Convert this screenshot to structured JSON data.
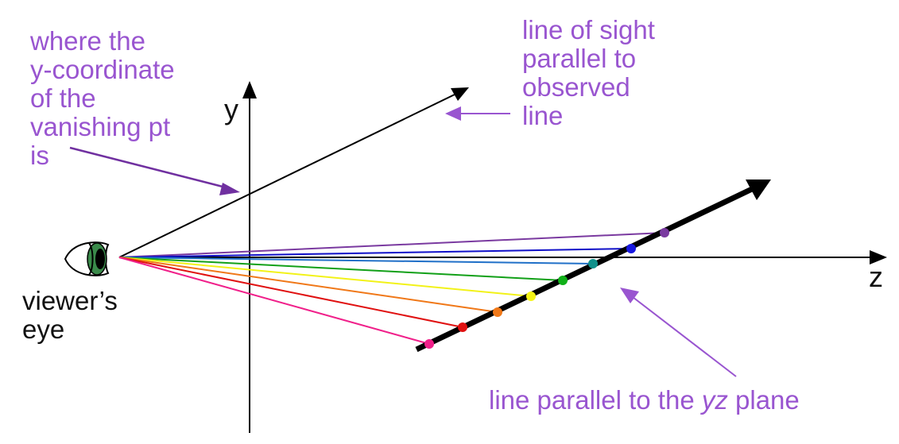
{
  "labels": {
    "where": "where the\ny-coordinate\nof the\nvanishing pt\nis",
    "sight": "line of sight\nparallel to\nobserved\nline",
    "viewer": "viewer’s\neye",
    "parallel_prefix": "line parallel to the ",
    "parallel_italic": "yz",
    "parallel_suffix": " plane",
    "y_axis": "y",
    "z_axis": "z"
  },
  "colors": {
    "annotation": "#9955d0",
    "annotation_arrow_dark": "#7030a0",
    "axis": "#000000",
    "eye_iris": "#3a8a4a",
    "rays": [
      "#7a3aa0",
      "#1010c8",
      "#2070c8",
      "#12a018",
      "#f2f218",
      "#f07818",
      "#e01010",
      "#f0208a"
    ],
    "points": [
      "#7a3aa0",
      "#1818e0",
      "#10908a",
      "#10b018",
      "#f4f418",
      "#f07818",
      "#e01010",
      "#f0208a"
    ]
  },
  "icons": {
    "eye": "eye-icon"
  }
}
